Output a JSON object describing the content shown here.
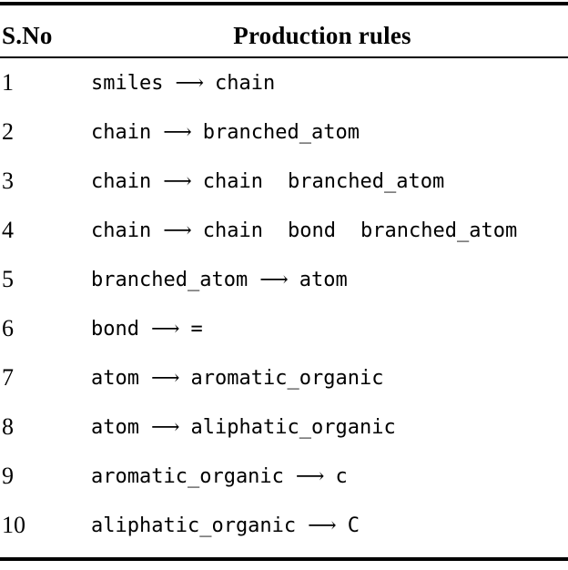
{
  "table": {
    "header": {
      "sno_label": "S.No",
      "rules_label": "Production rules"
    },
    "arrow_glyph": "⟶",
    "rows": [
      {
        "sno": "1",
        "rule_text": "smiles ⟶ chain",
        "lhs": "smiles",
        "rhs": [
          "chain"
        ]
      },
      {
        "sno": "2",
        "rule_text": "chain ⟶ branched_atom",
        "lhs": "chain",
        "rhs": [
          "branched_atom"
        ]
      },
      {
        "sno": "3",
        "rule_text": "chain ⟶ chain   branched_atom",
        "lhs": "chain",
        "rhs": [
          "chain",
          "branched_atom"
        ]
      },
      {
        "sno": "4",
        "rule_text": "chain ⟶ chain   bond   branched_atom",
        "lhs": "chain",
        "rhs": [
          "chain",
          "bond",
          "branched_atom"
        ]
      },
      {
        "sno": "5",
        "rule_text": "branched_atom ⟶ atom",
        "lhs": "branched_atom",
        "rhs": [
          "atom"
        ]
      },
      {
        "sno": "6",
        "rule_text": "bond ⟶ =",
        "lhs": "bond",
        "rhs": [
          "="
        ]
      },
      {
        "sno": "7",
        "rule_text": "atom ⟶ aromatic_organic",
        "lhs": "atom",
        "rhs": [
          "aromatic_organic"
        ]
      },
      {
        "sno": "8",
        "rule_text": "atom ⟶ aliphatic_organic",
        "lhs": "atom",
        "rhs": [
          "aliphatic_organic"
        ]
      },
      {
        "sno": "9",
        "rule_text": "aromatic_organic ⟶ c",
        "lhs": "aromatic_organic",
        "rhs": [
          "c"
        ]
      },
      {
        "sno": "10",
        "rule_text": "aliphatic_organic ⟶ C",
        "lhs": "aliphatic_organic",
        "rhs": [
          "C"
        ]
      }
    ]
  },
  "colors": {
    "text": "#000000",
    "background": "#ffffff",
    "rule": "#000000"
  }
}
